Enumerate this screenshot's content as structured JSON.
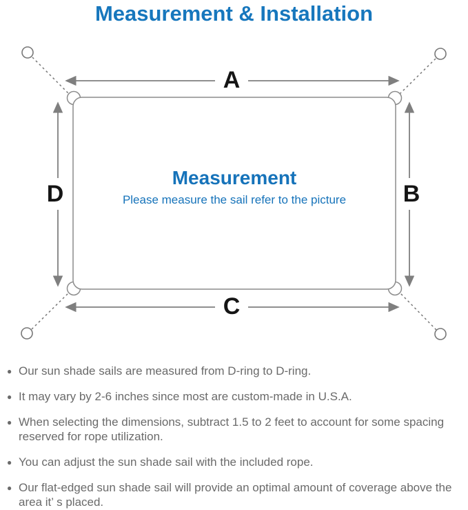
{
  "title": "Measurement & Installation",
  "colors": {
    "accent_blue": "#1777bd",
    "line_gray": "#7f7f7f",
    "border_gray": "#8c8c8c",
    "text_gray": "#6a6a6a",
    "label_black": "#151515"
  },
  "diagram": {
    "label_a": "A",
    "label_b": "B",
    "label_c": "C",
    "label_d": "D",
    "center_title": "Measurement",
    "center_subtitle": "Please measure the sail refer to the picture"
  },
  "bullets": [
    "Our sun shade sails are measured from D-ring to D-ring.",
    "It may vary by 2-6 inches since most are custom-made in U.S.A.",
    "When selecting the dimensions, subtract 1.5 to 2 feet to account for some spacing reserved for rope utilization.",
    "You can adjust the sun shade sail with the included rope.",
    "Our flat-edged sun shade sail will provide an optimal amount of coverage above the area it’ s placed."
  ]
}
